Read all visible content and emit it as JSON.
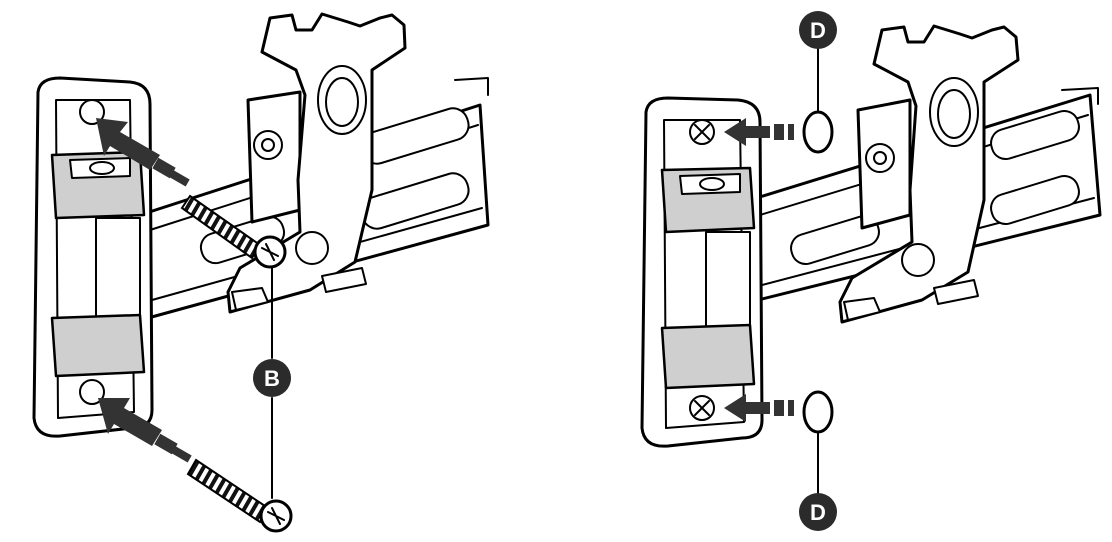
{
  "diagram": {
    "left_panel": {
      "callout_label": "B"
    },
    "right_panel": {
      "callout_top_label": "D",
      "callout_bottom_label": "D"
    },
    "colors": {
      "ink": "#000000",
      "paper": "#ffffff",
      "shade": "#cfcfcf",
      "arrow": "#333333"
    }
  }
}
